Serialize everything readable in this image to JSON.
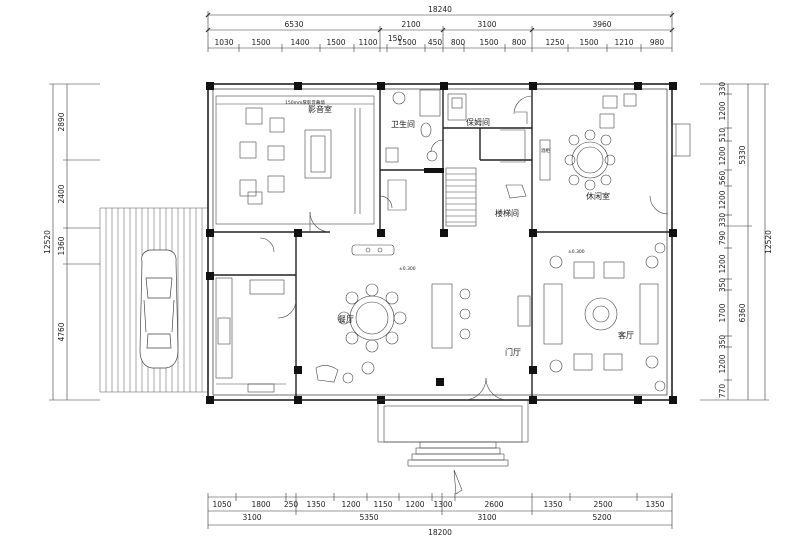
{
  "dims": {
    "top_total": "18240",
    "top_mid": [
      "6530",
      "2100",
      "3100",
      "3960"
    ],
    "top_low": [
      "1030",
      "1500",
      "1400",
      "1500",
      "1100",
      "150",
      "1500",
      "450",
      "800",
      "1500",
      "800",
      "1250",
      "1500",
      "1210",
      "980"
    ],
    "bottom_high": [
      "1050",
      "1800",
      "250",
      "1350",
      "1200",
      "1150",
      "1200",
      "1300",
      "2600",
      "1350",
      "2500",
      "1350"
    ],
    "bottom_mid": [
      "3100",
      "5350",
      "3100",
      "5200"
    ],
    "bottom_total": "18200",
    "left_total": "12520",
    "left_parts": [
      "2890",
      "2400",
      "1360",
      "4760"
    ],
    "right_total": "12520",
    "right_mid": [
      "5330",
      "6360"
    ],
    "right_low": [
      "330",
      "1200",
      "510",
      "1200",
      "560",
      "1200",
      "330",
      "790",
      "1200",
      "350",
      "1700",
      "350",
      "1200",
      "770"
    ]
  },
  "rooms": {
    "theater": "影音室",
    "bathroom": "卫生间",
    "nanny": "保姆间",
    "leisure": "休闲室",
    "stairs": "楼梯间",
    "dining": "餐厅",
    "foyer": "门厅",
    "living": "客厅"
  },
  "annotations": {
    "screen_note": "150mm厚影音幕墙",
    "dining_level": "±0.300",
    "living_level": "±0.300",
    "cabinet_label": "酒柜"
  }
}
